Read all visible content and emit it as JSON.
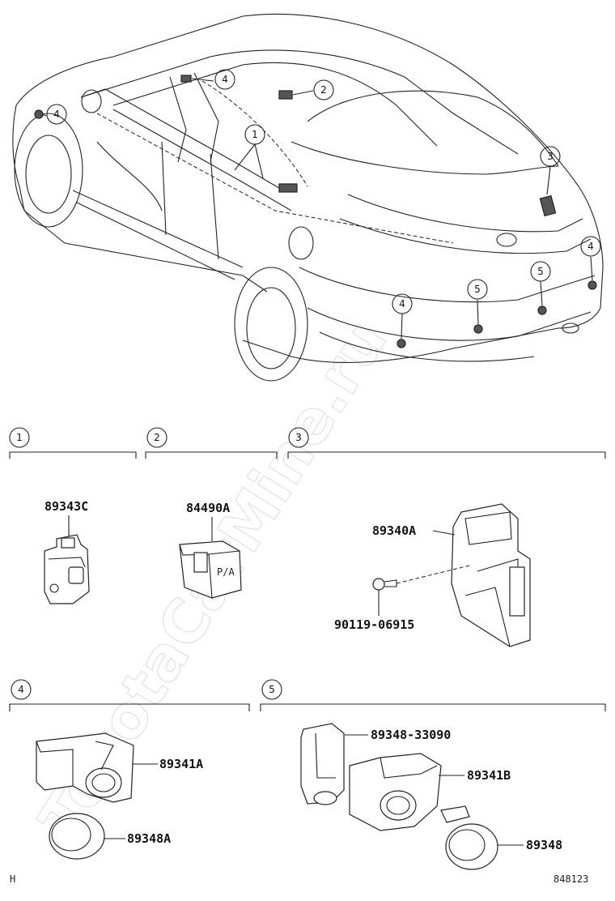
{
  "watermark": "ToyotaCarMine.ru",
  "callouts_car": [
    {
      "id": "c1",
      "num": "1"
    },
    {
      "id": "c2",
      "num": "2"
    },
    {
      "id": "c3",
      "num": "3"
    },
    {
      "id": "c4a",
      "num": "4"
    },
    {
      "id": "c4b",
      "num": "4"
    },
    {
      "id": "c4c",
      "num": "4"
    },
    {
      "id": "c4d",
      "num": "4"
    },
    {
      "id": "c5a",
      "num": "5"
    },
    {
      "id": "c5b",
      "num": "5"
    }
  ],
  "sections": [
    {
      "num": "1",
      "parts": [
        "89343C"
      ]
    },
    {
      "num": "2",
      "parts": [
        "84490A"
      ]
    },
    {
      "num": "3",
      "parts": [
        "89340A",
        "90119-06915"
      ]
    },
    {
      "num": "4",
      "parts": [
        "89341A",
        "89348A"
      ]
    },
    {
      "num": "5",
      "parts": [
        "89348-33090",
        "89341B",
        "89348"
      ]
    }
  ],
  "footer": {
    "left": "H",
    "right": "848123"
  }
}
